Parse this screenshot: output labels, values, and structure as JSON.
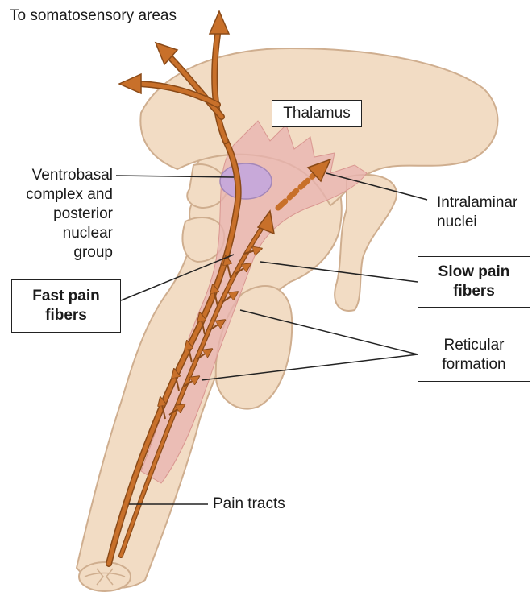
{
  "labels": {
    "somatosensory": "To somatosensory areas",
    "thalamus": "Thalamus",
    "ventrobasal": [
      "Ventrobasal",
      "complex and",
      "posterior",
      "nuclear",
      "group"
    ],
    "intralaminar": [
      "Intralaminar",
      "nuclei"
    ],
    "slow_pain": [
      "Slow pain",
      "fibers"
    ],
    "fast_pain": [
      "Fast pain",
      "fibers"
    ],
    "reticular": [
      "Reticular",
      "formation"
    ],
    "pain_tracts": "Pain tracts"
  },
  "colors": {
    "tissue": "#f2dcc4",
    "tissue_stroke": "#cfae8f",
    "pink_region": "#e8b3b0",
    "ventrobasal_fill": "#c8a9d9",
    "fiber": "#c8702a",
    "fiber_dark": "#8a4a18",
    "leader": "#222222"
  }
}
